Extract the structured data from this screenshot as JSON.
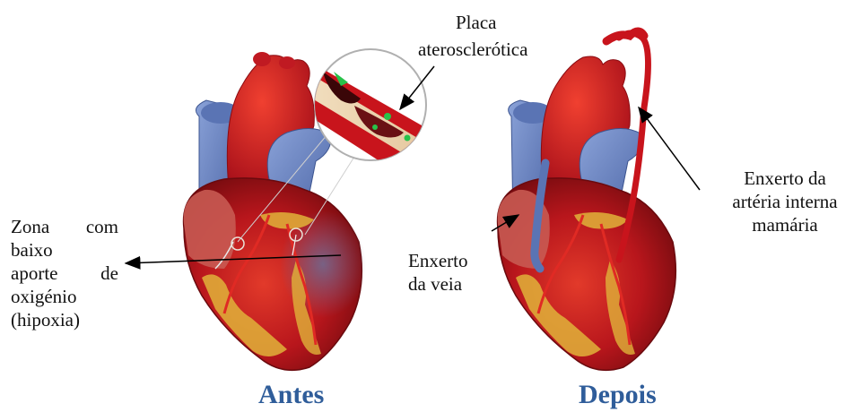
{
  "labels": {
    "plaque": [
      "Placa",
      "aterosclerótica"
    ],
    "hypoxia_zone": {
      "line1": [
        "Zona",
        "com"
      ],
      "line2": "baixo",
      "line3": [
        "aporte",
        "de"
      ],
      "line4": "oxigénio",
      "line5": "(hipoxia)"
    },
    "vein_graft": [
      "Enxerto",
      "da veia"
    ],
    "mammary_graft": [
      "Enxerto da",
      "artéria interna",
      "mamária"
    ]
  },
  "captions": {
    "before": "Antes",
    "after": "Depois"
  },
  "colors": {
    "caption": "#2f5d9a",
    "artery_red": "#c8141c",
    "vein_blue": "#6a86c4",
    "fat_yellow": "#e0b33a"
  }
}
